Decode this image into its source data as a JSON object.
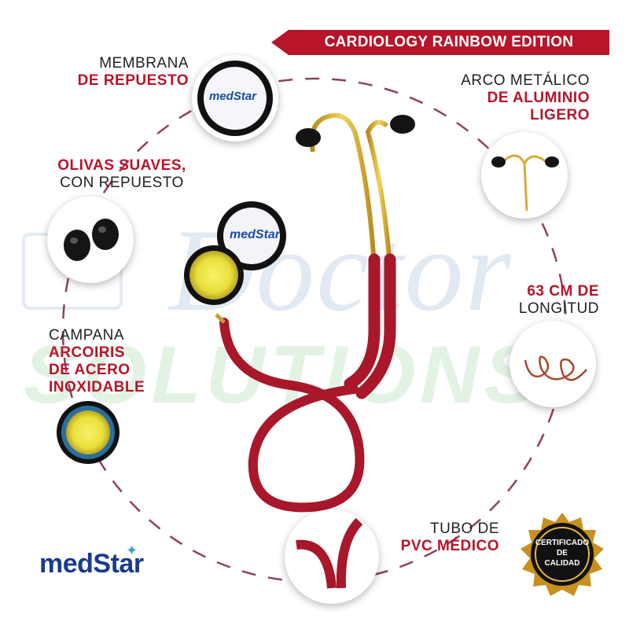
{
  "banner": {
    "text": "CARDIOLOGY RAINBOW EDITION"
  },
  "watermark": {
    "line1": "Doctor",
    "line2": "SOLUTIONS"
  },
  "features": {
    "membrane": {
      "line1": "MEMBRANA",
      "line2": "DE REPUESTO"
    },
    "arch": {
      "line1": "ARCO METÁLICO",
      "line2": "DE ALUMINIO",
      "line3": "LIGERO"
    },
    "olives": {
      "line1": "OLIVAS SUAVES,",
      "line2": "CON REPUESTO"
    },
    "length": {
      "line1": "63 CM DE",
      "line2": "LONGITUD"
    },
    "bell": {
      "line1": "CAMPANA",
      "line2": "ARCOIRIS",
      "line3": "DE ACERO",
      "line4": "INOXIDABLE"
    },
    "tube": {
      "line1": "TUBO DE",
      "line2": "PVC MÉDICO"
    }
  },
  "product_brand": "medStar",
  "chestpiece_brand": "medStar",
  "logo": {
    "text": "medStar"
  },
  "seal": {
    "line1": "CERTIFICADO",
    "line2": "DE",
    "line3": "CALIDAD"
  },
  "colors": {
    "accent": "#b8142a",
    "tube": "#a8172a",
    "gold": "#e0b43a",
    "brand_blue": "#1a4aa8"
  }
}
